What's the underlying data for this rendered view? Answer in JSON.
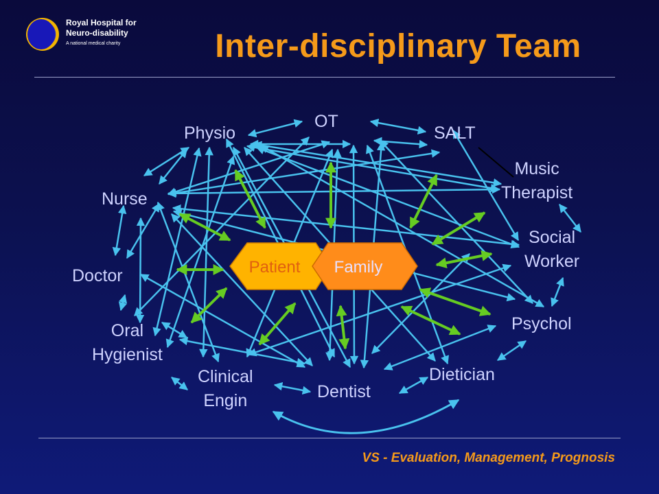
{
  "logo": {
    "name": "Royal Hospital for Neuro-disability",
    "tagline": "A national medical charity"
  },
  "title": "Inter-disciplinary Team",
  "footer": "VS - Evaluation, Management, Prognosis",
  "center": {
    "left": "Patient",
    "right": "Family"
  },
  "nodes": {
    "ot": "OT",
    "physio": "Physio",
    "salt": "SALT",
    "music": "Music\nTherapist",
    "nurse": "Nurse",
    "social": "Social\nWorker",
    "doctor": "Doctor",
    "psychol": "Psychol",
    "oral": "Oral\nHygienist",
    "clinical": "Clinical\nEngin",
    "dentist": "Dentist",
    "dietician": "Dietician"
  },
  "colors": {
    "background": "#0c1150",
    "title": "#f59a1a",
    "node_text": "#cfd3ff",
    "link_arrow": "#49c2ee",
    "center_arrow": "#66cc22",
    "patient_fill": "#ffb300",
    "family_fill": "#ff8c1a",
    "hex_text": "#e06010"
  }
}
